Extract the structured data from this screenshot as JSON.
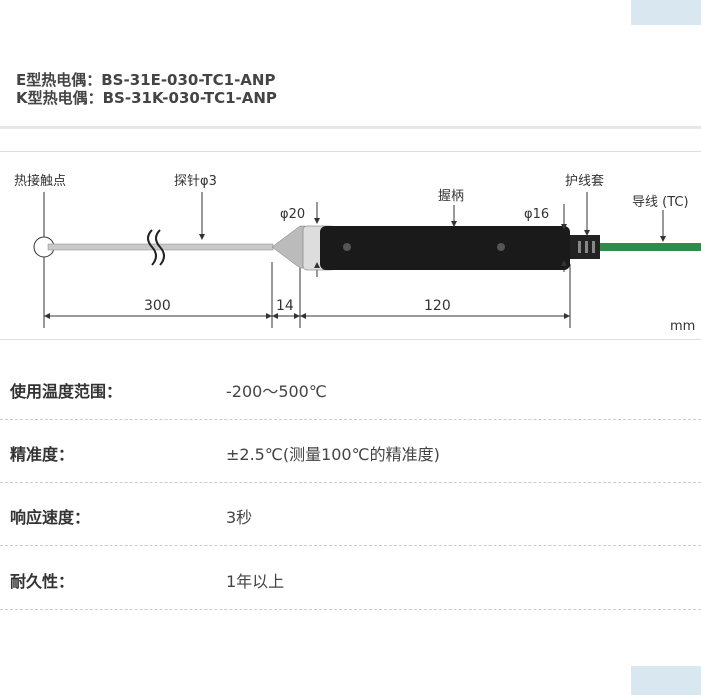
{
  "models": [
    "E型热电偶：BS-31E-030-TC1-ANP",
    "K型热电偶：BS-31K-030-TC1-ANP"
  ],
  "diagram": {
    "labels": {
      "hot_junction": "热接触点",
      "probe": "探针φ3",
      "dia20": "φ20",
      "grip": "握柄",
      "dia16": "φ16",
      "sheath": "护线套",
      "lead": "导线 (TC)"
    },
    "dims": {
      "d1": "300",
      "d2": "14",
      "d3": "120",
      "unit": "mm"
    },
    "colors": {
      "cable": "#2e8b4a",
      "handle": "#1a1a1a"
    }
  },
  "specs": [
    {
      "label": "使用温度范围：",
      "value": "-200～500℃"
    },
    {
      "label": "精准度：",
      "value": "±2.5℃(测量100℃的精准度)"
    },
    {
      "label": "响应速度：",
      "value": "3秒"
    },
    {
      "label": "耐久性：",
      "value": "1年以上"
    }
  ]
}
